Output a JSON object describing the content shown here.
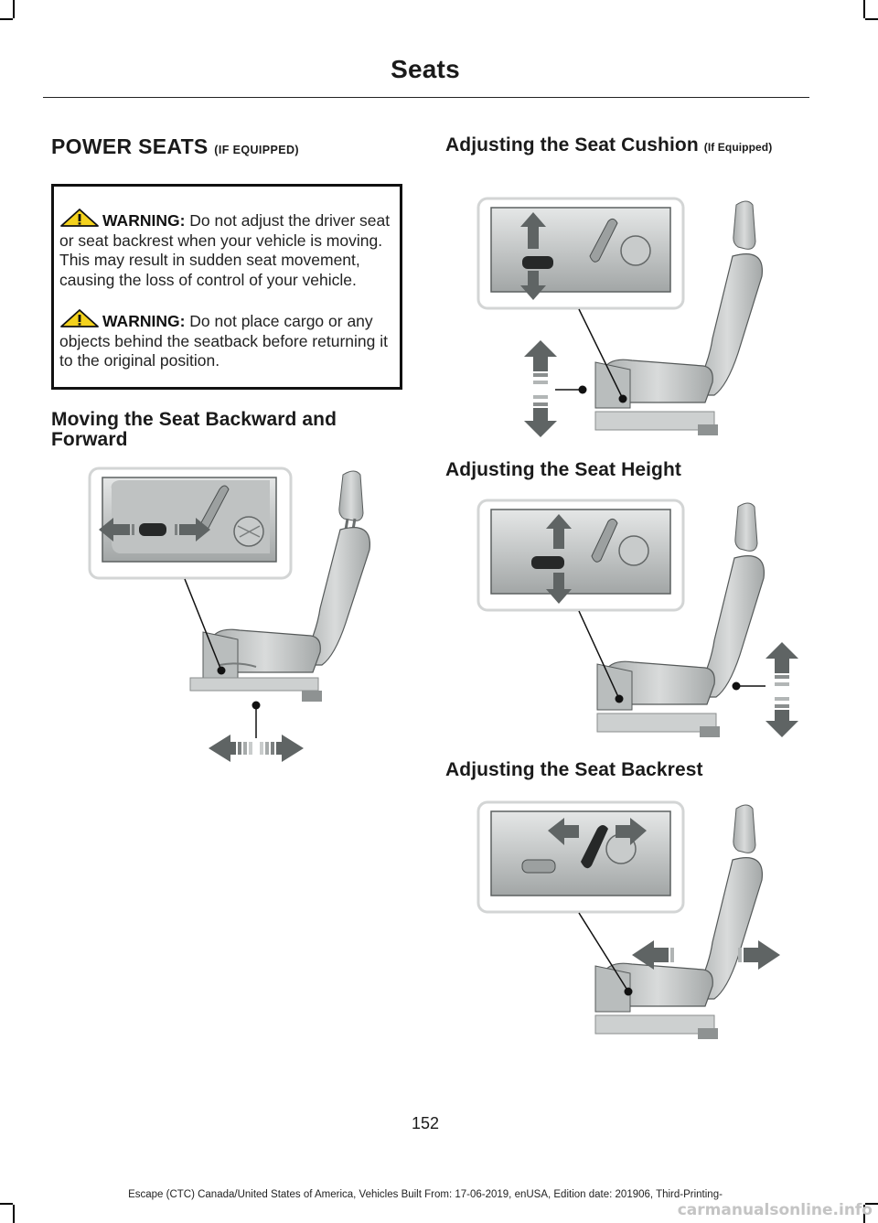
{
  "header": {
    "title": "Seats"
  },
  "section": {
    "title": "POWER SEATS",
    "qualifier": "(IF EQUIPPED)"
  },
  "warnings": [
    {
      "label": "WARNING:",
      "text": " Do not adjust the driver seat or seat backrest when your vehicle is moving. This may result in sudden seat movement, causing the loss of control of your vehicle."
    },
    {
      "label": "WARNING:",
      "text": " Do not place cargo or any objects behind the seatback before returning it to the original position."
    }
  ],
  "subsections": {
    "backward_forward": {
      "title": "Moving the Seat Backward and Forward"
    },
    "cushion": {
      "title": "Adjusting the Seat Cushion",
      "qualifier": "(If Equipped)"
    },
    "height": {
      "title": "Adjusting the Seat Height"
    },
    "backrest": {
      "title": "Adjusting the Seat Backrest"
    }
  },
  "page_number": "152",
  "footer": {
    "text": "Escape (CTC) Canada/United States of America, Vehicles Built From: 17-06-2019, enUSA, Edition date: 201906, Third-Printing-"
  },
  "watermark": {
    "text": "carmanualsonline.info"
  },
  "colors": {
    "text": "#1a1a1a",
    "warning_yellow": "#f4d21d",
    "seat_gray": "#c3c6c6",
    "arrow_gray": "#5f6464"
  },
  "icons": [
    "warning-triangle-icon",
    "double-arrow-icon"
  ]
}
